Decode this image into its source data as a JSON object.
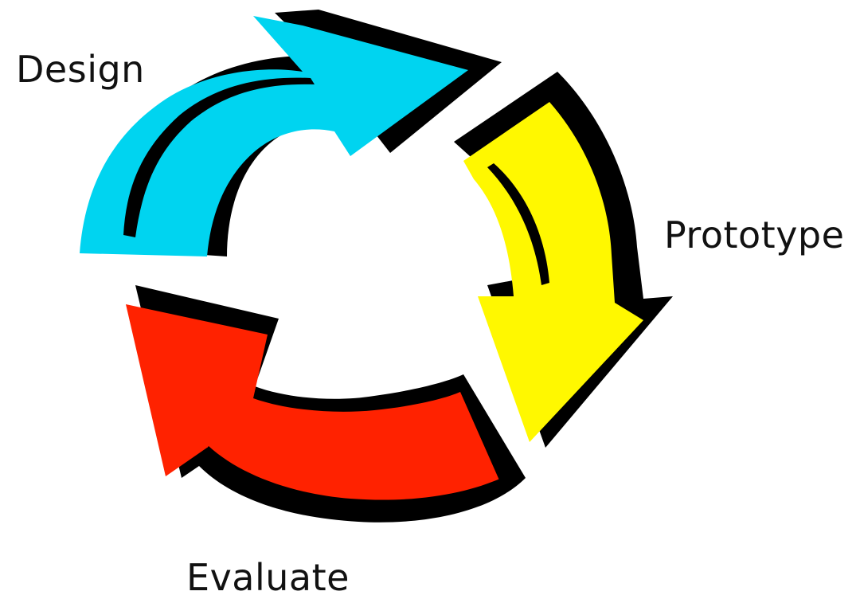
{
  "stages": [
    {
      "label": "Design",
      "color": "#00d4f0"
    },
    {
      "label": "Prototype",
      "color": "#fff800"
    },
    {
      "label": "Evaluate",
      "color": "#ff2200"
    }
  ],
  "colors": {
    "outline": "#000000",
    "background": "#ffffff"
  }
}
